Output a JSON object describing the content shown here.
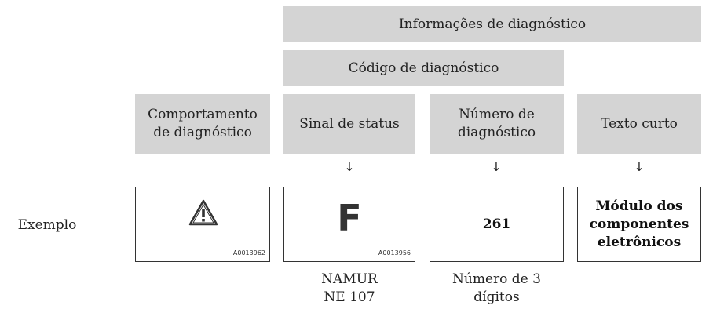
{
  "header": {
    "diagnostic_info": "Informações de diagnóstico",
    "diagnostic_code": "Código de diagnóstico"
  },
  "columns": {
    "behavior": "Comportamento de diagnóstico",
    "status_signal": "Sinal de status",
    "diagnostic_number": "Número de diagnóstico",
    "short_text": "Texto curto"
  },
  "arrow_glyph": "↓",
  "example_label": "Exemplo",
  "boxes": {
    "behavior": {
      "icon": "warning-triangle-icon",
      "code": "A0013962"
    },
    "status": {
      "letter": "F",
      "code": "A0013956"
    },
    "number": {
      "value": "261"
    },
    "text": {
      "value": "Módulo dos componentes eletrônicos"
    }
  },
  "notes": {
    "status": "NAMUR NE 107",
    "number": "Número de 3 dígitos"
  }
}
